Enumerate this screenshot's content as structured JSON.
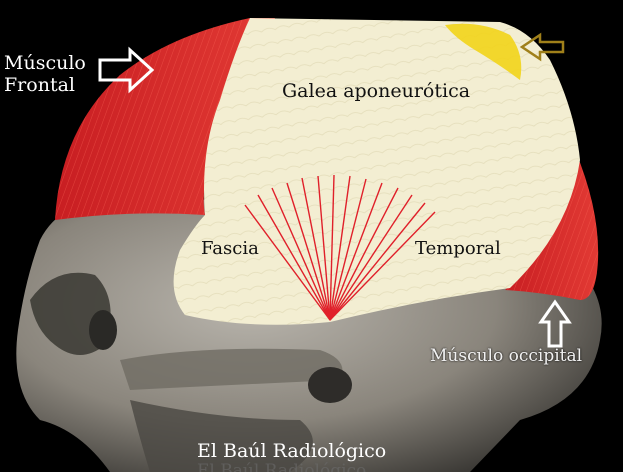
{
  "labels": {
    "frontal_line1": "Músculo",
    "frontal_line2": "Frontal",
    "galea": "Galea aponeurótica",
    "fascia": "Fascia",
    "temporal": "Temporal",
    "occipital": "Músculo occipital",
    "credit": "El Baúl Radiológico"
  },
  "colors": {
    "background": "#000000",
    "galea": "#f3eed2",
    "muscle": "#d8282a",
    "skull": "#8e8a82",
    "highlight": "#f2d41a",
    "arrow_outline_white": "#ffffff",
    "arrow_outline_gold": "#a0801a"
  },
  "icons": [
    "outline-arrow-right-icon",
    "outline-arrow-left-icon",
    "outline-arrow-up-icon"
  ]
}
